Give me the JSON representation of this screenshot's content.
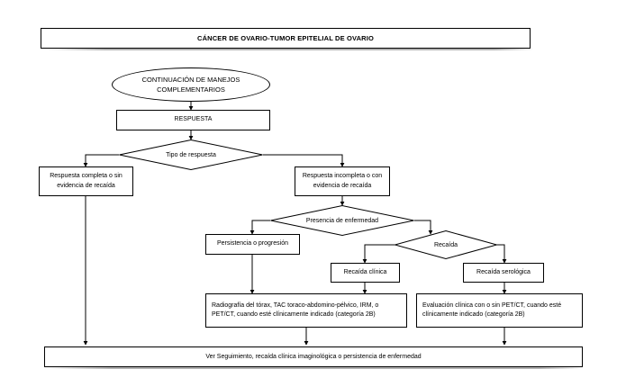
{
  "document": {
    "title": "CÁNCER DE OVARIO-TUMOR EPITELIAL DE OVARIO",
    "language": "es",
    "stroke_color": "#000000",
    "fill_color": "#ffffff",
    "text_color": "#000000"
  },
  "nodes": {
    "title_banner": "CÁNCER DE OVARIO-TUMOR EPITELIAL DE OVARIO",
    "start_ellipse": "CONTINUACIÓN DE MANEJOS COMPLEMENTARIOS",
    "respuesta": "RESPUESTA",
    "tipo_de_respuesta": "Tipo de respuesta",
    "respuesta_completa": "Respuesta completa o sin evidencia de recaída",
    "respuesta_incompleta": "Respuesta incompleta o con evidencia de recaída",
    "presencia_enfermedad": "Presencia de enfermedad",
    "persistencia_progresion": "Persistencia o progresión",
    "recaida": "Recaída",
    "recaida_clinica": "Recaída clínica",
    "recaida_serologica": "Recaída serológica",
    "estudios_imagen": "Radiografía del tórax, TAC toraco-abdomino-pélvico, IRM, o PET/CT, cuando esté clínicamente indicado (categoría 2B)",
    "evaluacion_clinica": "Evaluación clínica con o sin PET/CT, cuando esté clínicamente indicado (categoría 2B)",
    "seguimiento": "Ver Seguimiento, recaída clínica imaginológica o persistencia de enfermedad"
  }
}
